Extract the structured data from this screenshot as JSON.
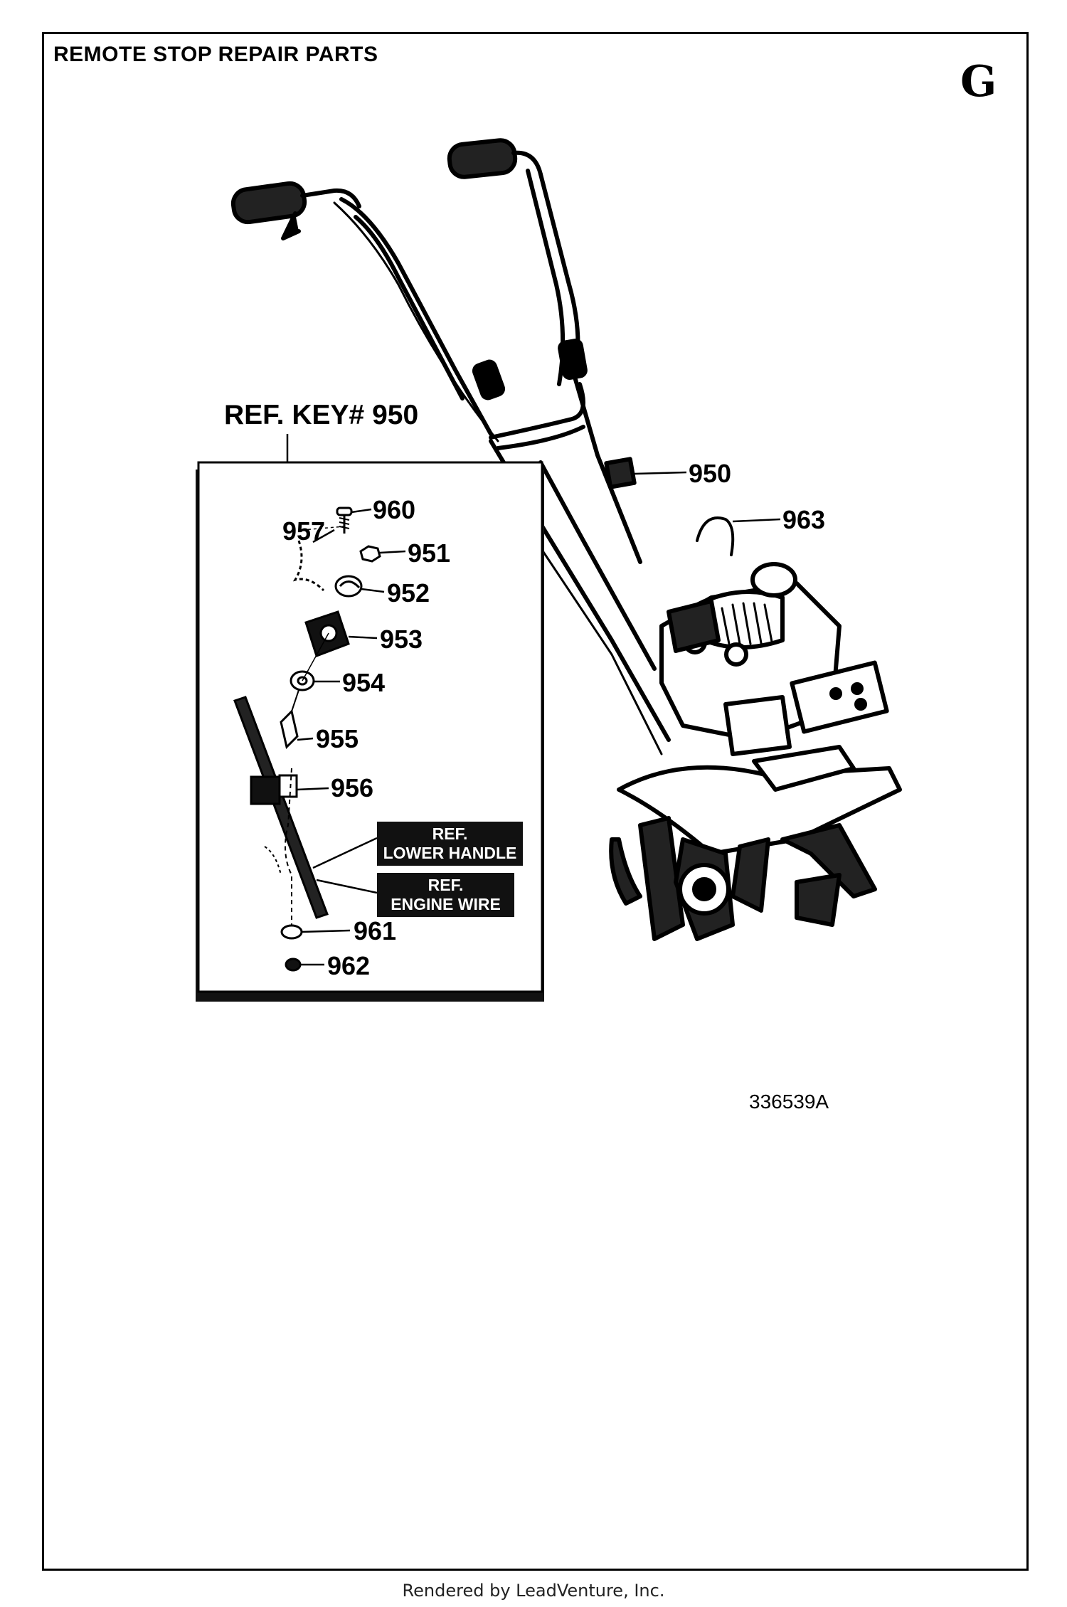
{
  "page": {
    "title": "REMOTE STOP REPAIR PARTS",
    "section_letter": "G",
    "ref_key": "REF. KEY# 950",
    "drawing_number": "336539A",
    "footer": "Rendered by LeadVenture, Inc."
  },
  "callouts": {
    "lower_handle": [
      "REF.",
      "LOWER HANDLE"
    ],
    "engine_wire": [
      "REF.",
      "ENGINE WIRE"
    ]
  },
  "parts": {
    "p950": "950",
    "p951": "951",
    "p952": "952",
    "p953": "953",
    "p954": "954",
    "p955": "955",
    "p956": "956",
    "p957": "957",
    "p960": "960",
    "p961": "961",
    "p962": "962",
    "p963": "963"
  }
}
